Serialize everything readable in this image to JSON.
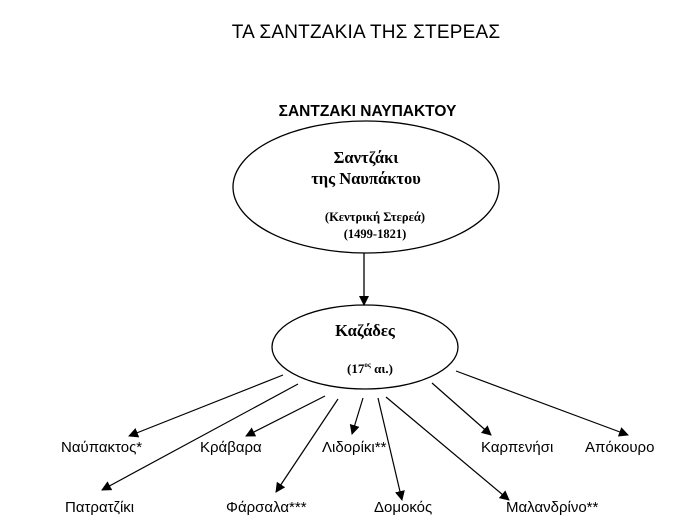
{
  "page": {
    "title": "ΤΑ ΣΑΝΤΖΑΚΙΑ ΤΗΣ ΣΤΕΡΕΑΣ",
    "subtitle": "ΣΑΝΤΖΑΚΙ ΝΑΥΠΑΚΤΟΥ"
  },
  "nodes": {
    "sanjak": {
      "line1": "Σαντζάκι",
      "line2": "της  Ναυπάκτου",
      "region": "(Κεντρική Στερεά)",
      "years": "(1499-1821)"
    },
    "kazades": {
      "label": "Καζάδες",
      "century_prefix": "(17",
      "century_sup": "ος",
      "century_suffix": " αι.)"
    }
  },
  "leaves": [
    {
      "id": "naupaktos",
      "label": "Ναύπακτος*"
    },
    {
      "id": "kravara",
      "label": "Κράβαρα"
    },
    {
      "id": "lidoriki",
      "label": "Λιδορίκι**"
    },
    {
      "id": "karpenisi",
      "label": "Καρπενήσι"
    },
    {
      "id": "apokouro",
      "label": "Απόκουρο"
    },
    {
      "id": "patratziki",
      "label": "Πατρατζίκι"
    },
    {
      "id": "farsala",
      "label": "Φάρσαλα***"
    },
    {
      "id": "domokos",
      "label": "Δομοκός"
    },
    {
      "id": "malandrino",
      "label": "Μαλανδρίνο**"
    }
  ],
  "colors": {
    "stroke": "#000000",
    "background": "#ffffff"
  }
}
